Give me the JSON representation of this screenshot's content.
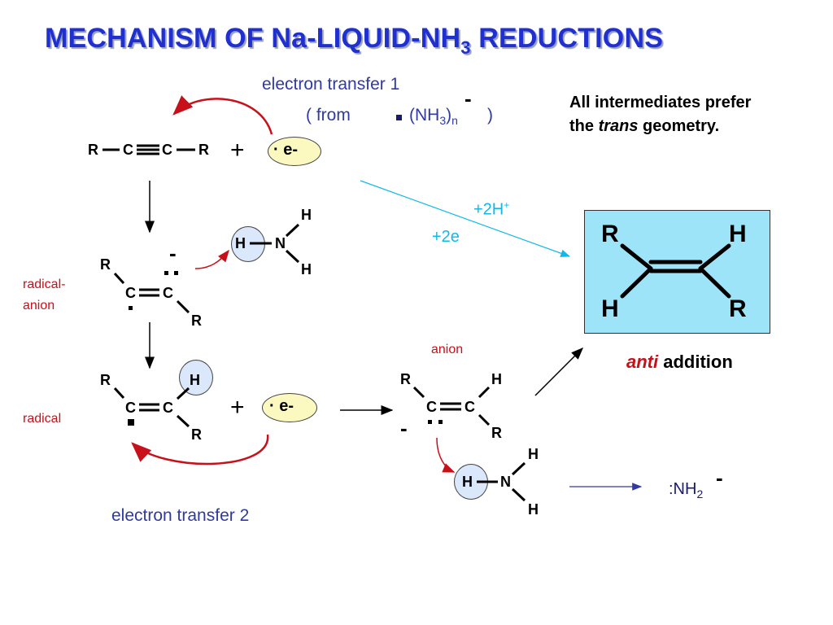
{
  "title": {
    "main": "MECHANISM OF Na-LIQUID-NH",
    "sub": "3",
    "tail": " REDUCTIONS"
  },
  "et1": {
    "label": "electron transfer 1",
    "from": "( from",
    "nh3": "(NH",
    "nh3_sub": "3",
    "nh3_close": ")",
    "n_sub": "n",
    "close": ")",
    "charge": "-"
  },
  "note": {
    "line1": "All intermediates prefer",
    "line2_a": "the ",
    "line2_italic": "trans",
    "line2_b": "  geometry."
  },
  "alkyne": {
    "r_left": "R",
    "c1": "C",
    "c2": "C",
    "r_right": "R"
  },
  "plus": "+",
  "electron": "· e-",
  "ammonia": {
    "h": "H",
    "n": "N"
  },
  "radical_anion": {
    "label_line1": "radical-",
    "label_line2": "anion",
    "charge": "-",
    "c1": "C",
    "c2": "C",
    "r": "R"
  },
  "radical": {
    "label": "radical",
    "c1": "C",
    "c2": "C",
    "r": "R",
    "h": "H"
  },
  "anion": {
    "label": "anion",
    "charge": "-",
    "c1": "C",
    "c2": "C",
    "r": "R",
    "h": "H"
  },
  "overall": {
    "h_plus": "+2H",
    "h_plus_sup": "+",
    "electrons": "+2e"
  },
  "product": {
    "r": "R",
    "h": "H"
  },
  "anti": {
    "italic": "anti",
    "rest": " addition"
  },
  "et2": {
    "label": "electron transfer 2"
  },
  "amide": {
    "text": ":NH",
    "sub": "2",
    "charge": "-"
  },
  "colors": {
    "title": "#1f2fd0",
    "label_blue": "#303aa0",
    "label_red": "#c8101a",
    "overall_cyan": "#14b8e8",
    "product_box": "#9ee4f8",
    "electron_fill": "#fbf8c0",
    "h_circle_fill": "#dbe7fb"
  }
}
